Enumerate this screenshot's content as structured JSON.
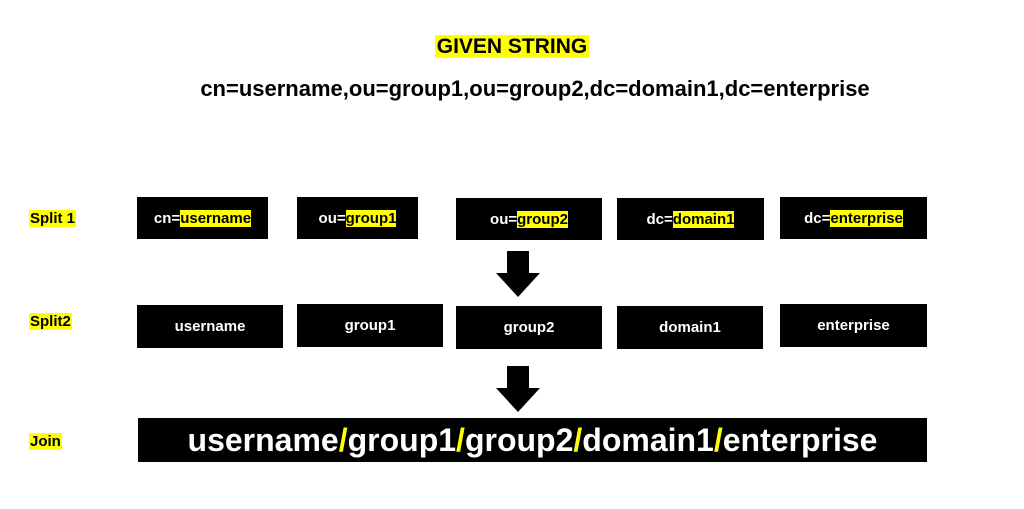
{
  "title": "GIVEN STRING",
  "given_string": "cn=username,ou=group1,ou=group2,dc=domain1,dc=enterprise",
  "colors": {
    "highlight": "#ffff00",
    "box": "#000000",
    "box_text": "#ffffff"
  },
  "rows": {
    "split1": {
      "label": "Split 1",
      "items": [
        {
          "prefix": "cn=",
          "value": "username"
        },
        {
          "prefix": "ou=",
          "value": "group1"
        },
        {
          "prefix": "ou=",
          "value": "group2"
        },
        {
          "prefix": "dc=",
          "value": "domain1"
        },
        {
          "prefix": "dc=",
          "value": "enterprise"
        }
      ]
    },
    "split2": {
      "label": "Split2",
      "items": [
        "username",
        "group1",
        "group2",
        "domain1",
        "enterprise"
      ]
    },
    "join": {
      "label": "Join",
      "parts": [
        "username",
        "group1",
        "group2",
        "domain1",
        "enterprise"
      ],
      "separator": "/"
    }
  },
  "arrows": [
    "arrow-down-icon",
    "arrow-down-icon"
  ]
}
